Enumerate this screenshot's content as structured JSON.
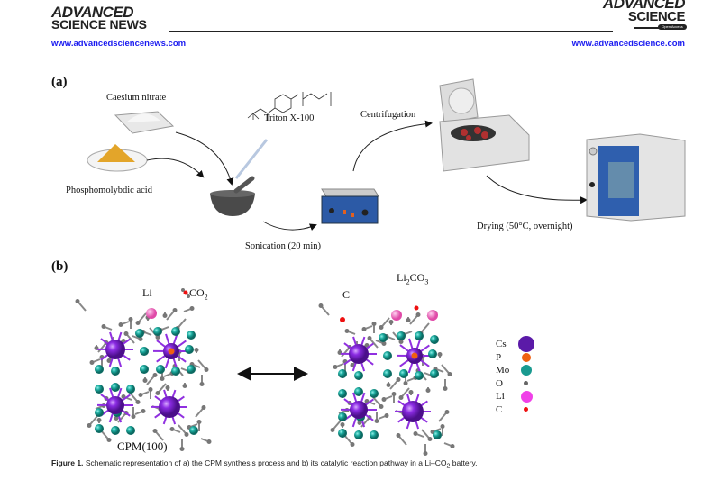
{
  "header": {
    "left_logo_line1": "ADVANCED",
    "left_logo_line2": "SCIENCE NEWS",
    "left_url": "www.advancedsciencenews.com",
    "right_logo_line1": "ADVANCED",
    "right_logo_line2": "SCIENCE",
    "right_badge": "Open Access",
    "right_url": "www.advancedscience.com"
  },
  "panel_a": {
    "label": "(a)",
    "caesium_nitrate": "Caesium nitrate",
    "phosphomolybdic_acid": "Phosphomolybdic acid",
    "triton": "Triton X-100",
    "sonication": "Sonication (20 min)",
    "centrifugation": "Centrifugation",
    "drying": "Drying (50°C, overnight)"
  },
  "panel_b": {
    "label": "(b)",
    "li_label": "Li",
    "co2_label": "CO",
    "co2_sub": "2",
    "cpm_label": "CPM(100)",
    "c_label": "C",
    "li2co3_a": "Li",
    "li2co3_sub1": "2",
    "li2co3_b": "CO",
    "li2co3_sub2": "3",
    "legend": [
      {
        "label": "Cs",
        "color": "#5b1aa8"
      },
      {
        "label": "P",
        "color": "#f06010"
      },
      {
        "label": "Mo",
        "color": "#1a9a90"
      },
      {
        "label": "O",
        "color": "#666666"
      },
      {
        "label": "Li",
        "color": "#f040e8"
      },
      {
        "label": "C",
        "color": "#ee1010"
      }
    ]
  },
  "caption": {
    "figure": "Figure 1.",
    "text_pre": "Schematic representation of a) the CPM synthesis process and b) its catalytic reaction pathway in a Li–CO",
    "sub": "2",
    "text_post": " battery."
  }
}
